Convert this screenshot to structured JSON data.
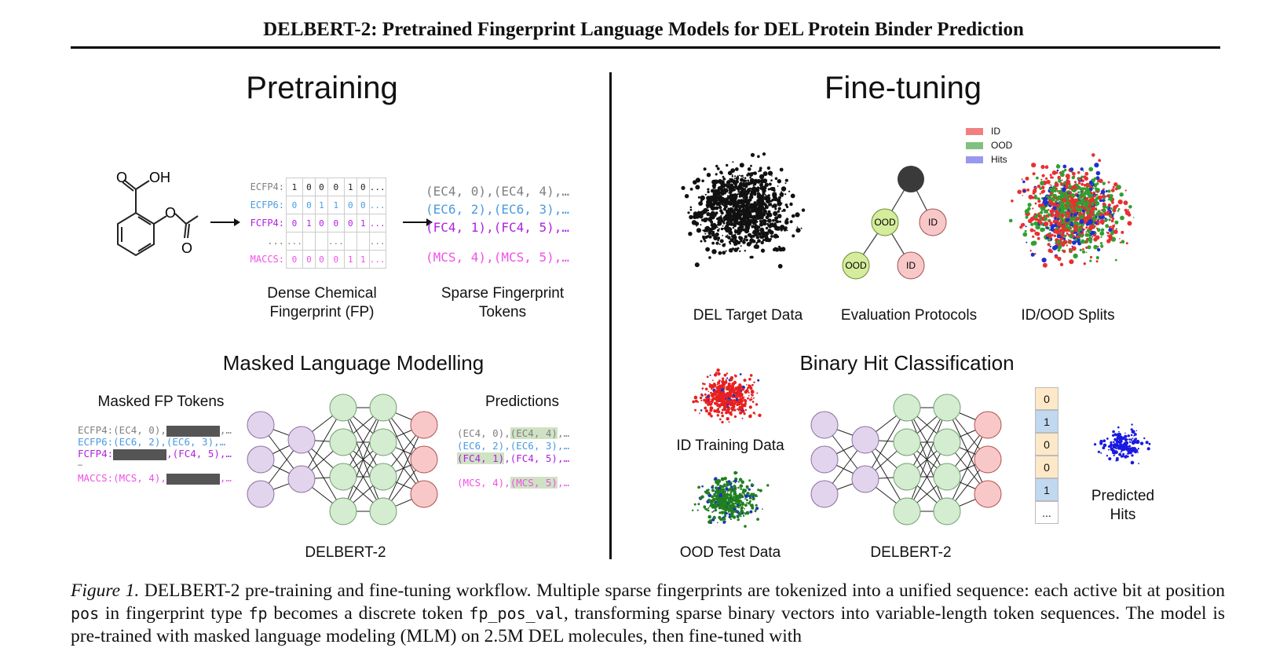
{
  "header": {
    "title": "DELBERT-2: Pretrained Fingerprint Language Models for DEL Protein Binder Prediction"
  },
  "pretraining": {
    "title": "Pretraining",
    "molecule_labels": {
      "oh": "OH",
      "o1": "O",
      "o2": "O",
      "o3": "O"
    },
    "dense_fp": {
      "rows": [
        {
          "name": "ECFP4:",
          "bits": [
            "1",
            "0",
            "0",
            "0",
            "1",
            "0",
            "..."
          ],
          "color": "#808080"
        },
        {
          "name": "ECFP6:",
          "bits": [
            "0",
            "0",
            "1",
            "1",
            "0",
            "0",
            "..."
          ],
          "color": "#4a9be0"
        },
        {
          "name": "FCFP4:",
          "bits": [
            "0",
            "1",
            "0",
            "0",
            "0",
            "1",
            "..."
          ],
          "color": "#b020e0"
        },
        {
          "name": "...",
          "bits": [
            "...",
            "",
            "",
            "...",
            "",
            "",
            "..."
          ],
          "color": "#808080"
        },
        {
          "name": "MACCS:",
          "bits": [
            "0",
            "0",
            "0",
            "0",
            "1",
            "1",
            "..."
          ],
          "color": "#f050e8"
        }
      ],
      "label_line1": "Dense Chemical",
      "label_line2": "Fingerprint (FP)"
    },
    "sparse_tokens": {
      "rows": [
        {
          "text": "(EC4, 0),(EC4, 4),…",
          "color": "#808080"
        },
        {
          "text": "(EC6, 2),(EC6, 3),…",
          "color": "#4a9be0"
        },
        {
          "text": "(FC4, 1),(FC4, 5),…",
          "color": "#b020e0"
        },
        {
          "text": "(MCS, 4),(MCS, 5),…",
          "color": "#f050e8"
        }
      ],
      "label_line1": "Sparse Fingerprint",
      "label_line2": "Tokens"
    },
    "mlm": {
      "title": "Masked Language Modelling",
      "masked_label": "Masked FP Tokens",
      "masked_rows": {
        "r1a": "ECFP4:(EC4, 0),",
        "r1b": ",…",
        "r2": "ECFP6:(EC6, 2),(EC6, 3),…",
        "r3a": "FCFP4:",
        "r3b": ",(FC4, 5),…",
        "r4": "…",
        "r5a": "MACCS:(MCS, 4),",
        "r5b": ",…"
      },
      "predictions_label": "Predictions",
      "pred_rows": {
        "p1a": "(EC4, 0),",
        "p1b": "(EC4, 4)",
        "p1c": ",…",
        "p2": "(EC6, 2),(EC6, 3),…",
        "p3a": "(FC4, 1)",
        "p3b": ",(FC4, 5),…",
        "p4a": "(MCS, 4),",
        "p4b": "(MCS, 5)",
        "p4c": ",…"
      },
      "model_label": "DELBERT-2"
    }
  },
  "finetuning": {
    "title": "Fine-tuning",
    "legend": [
      {
        "label": "ID",
        "color": "#f08080"
      },
      {
        "label": "OOD",
        "color": "#80c080"
      },
      {
        "label": "Hits",
        "color": "#9898f0"
      }
    ],
    "tree_nodes": {
      "n1": "OOD",
      "n2": "ID",
      "n3": "OOD",
      "n4": "ID"
    },
    "labels": {
      "del_target": "DEL Target Data",
      "eval": "Evaluation Protocols",
      "splits": "ID/OOD Splits"
    },
    "bhc": {
      "title": "Binary Hit Classification",
      "id_train": "ID Training Data",
      "ood_test": "OOD Test Data",
      "model_label": "DELBERT-2",
      "outputs": [
        "0",
        "1",
        "0",
        "0",
        "1",
        "..."
      ],
      "pred_line1": "Predicted",
      "pred_line2": "Hits"
    }
  },
  "caption": {
    "fig": "Figure 1.",
    "t1": " DELBERT-2 pre-training and fine-tuning workflow. Multiple sparse fingerprints are tokenized into a unified sequence: each active bit at position ",
    "c1": "pos",
    "t2": " in fingerprint type ",
    "c2": "fp",
    "t3": " becomes a discrete token ",
    "c3": "fp_pos_val",
    "t4": ", transforming sparse binary vectors into variable-length token sequences. The model is pre-trained with masked language modeling (MLM) on 2.5M DEL molecules, then fine-tuned with"
  }
}
